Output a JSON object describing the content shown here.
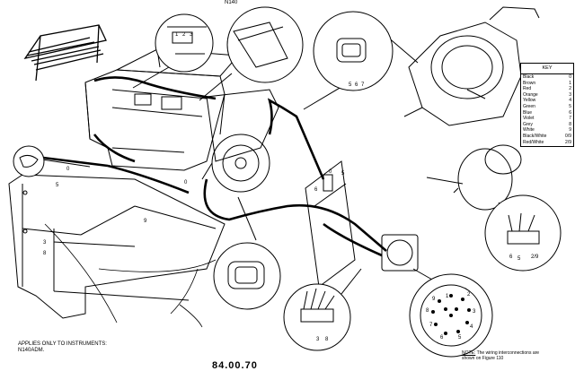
{
  "header": {
    "ref": "N140"
  },
  "key": {
    "title": "KEY",
    "entries": [
      {
        "color": "Black",
        "code": "0"
      },
      {
        "color": "Brown",
        "code": "1"
      },
      {
        "color": "Red",
        "code": "2"
      },
      {
        "color": "Orange",
        "code": "3"
      },
      {
        "color": "Yellow",
        "code": "4"
      },
      {
        "color": "Green",
        "code": "5"
      },
      {
        "color": "Blue",
        "code": "6"
      },
      {
        "color": "Violet",
        "code": "7"
      },
      {
        "color": "Grey",
        "code": "8"
      },
      {
        "color": "White",
        "code": "9"
      },
      {
        "color": "Black/White",
        "code": "0/9"
      },
      {
        "color": "Red/White",
        "code": "2/9"
      }
    ]
  },
  "applies_note": {
    "line1": "APPLIES ONLY TO INSTRUMENTS:",
    "line2": "N140ADM."
  },
  "footnote": {
    "label": "NOTE:",
    "line1": " The wiring interconnections are",
    "line2": "shown on Figure 110"
  },
  "page_number": "84.00.70",
  "wire_codes": [
    "5",
    "6",
    "0",
    "1",
    "2",
    "3",
    "4",
    "7",
    "8",
    "9"
  ]
}
